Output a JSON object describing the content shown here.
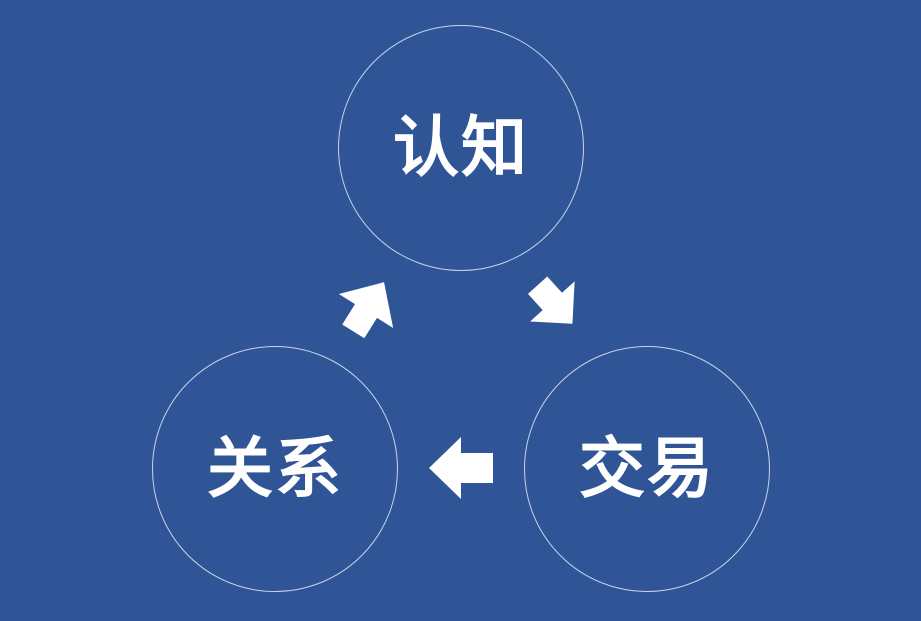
{
  "diagram": {
    "nodes": [
      {
        "id": "top",
        "label": "认知"
      },
      {
        "id": "right",
        "label": "交易"
      },
      {
        "id": "left",
        "label": "关系"
      }
    ],
    "edges": [
      {
        "from": "认知",
        "to": "交易"
      },
      {
        "from": "交易",
        "to": "关系"
      },
      {
        "from": "关系",
        "to": "认知"
      }
    ],
    "colors": {
      "background": "#2f5597",
      "circle_outline": "#c9d3e6",
      "text": "#ffffff",
      "arrow": "#ffffff"
    }
  }
}
